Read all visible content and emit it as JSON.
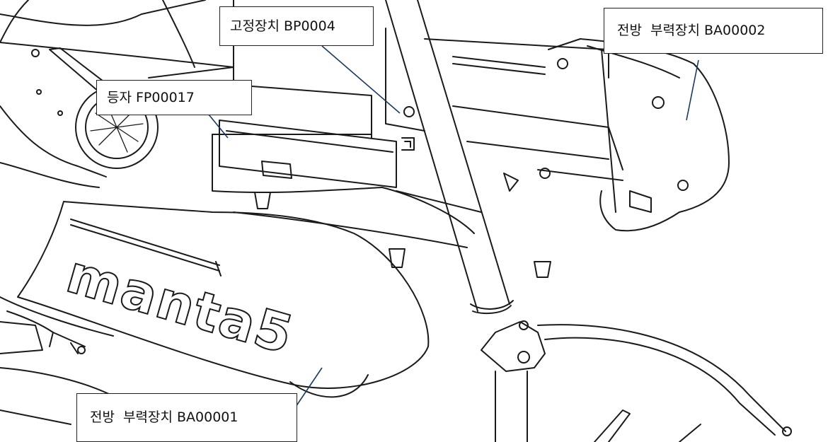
{
  "diagram": {
    "brand": "manta5",
    "callouts": {
      "fixing_device": "고정장치 BP0004",
      "front_buoyancy_2": "전방  부력장치 BA00002",
      "ladder": "등자 FP00017",
      "front_buoyancy_1": "전방  부력장치 BA00001"
    }
  }
}
